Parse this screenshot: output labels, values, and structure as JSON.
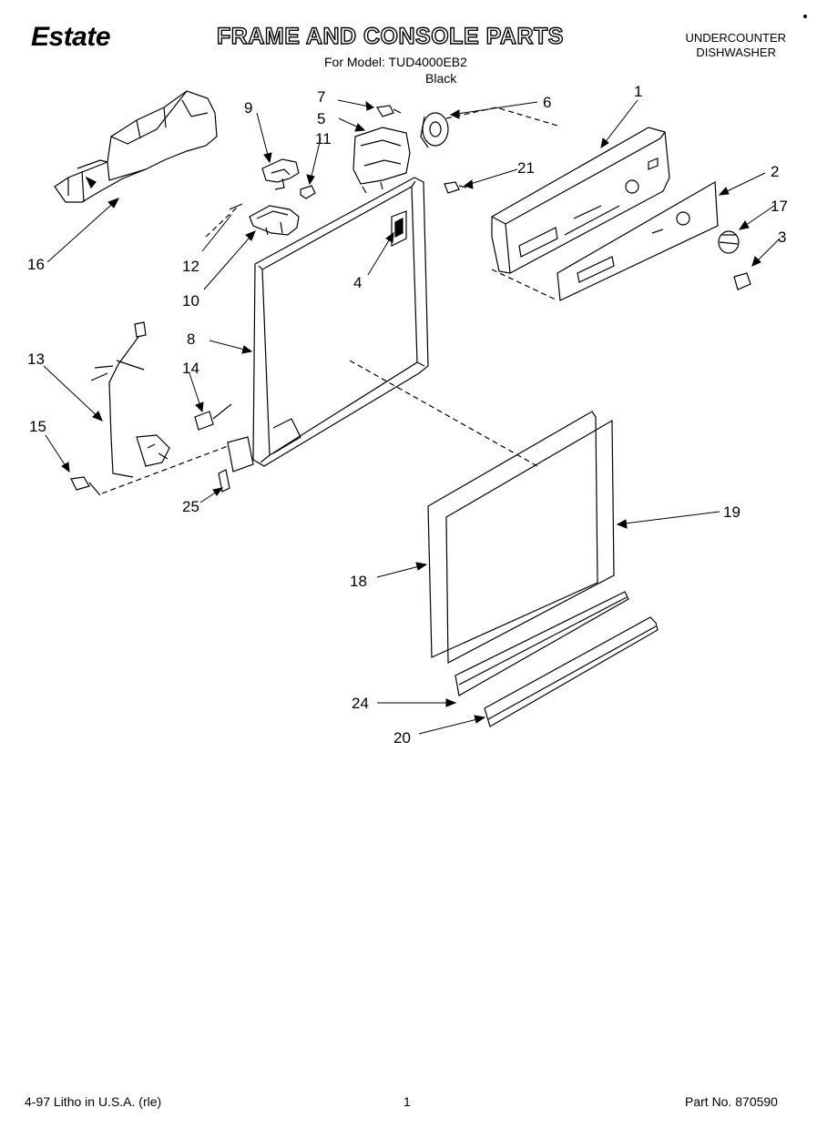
{
  "header": {
    "brand": "Estate",
    "title": "FRAME AND CONSOLE PARTS",
    "model_line": "For Model: TUD4000EB2",
    "color": "Black",
    "category_line1": "UNDERCOUNTER",
    "category_line2": "DISHWASHER"
  },
  "callouts": [
    "1",
    "2",
    "3",
    "4",
    "5",
    "6",
    "7",
    "8",
    "9",
    "10",
    "11",
    "12",
    "13",
    "14",
    "15",
    "16",
    "17",
    "18",
    "19",
    "20",
    "21",
    "24",
    "25"
  ],
  "footer": {
    "print_info": "4-97 Litho in U.S.A. (rle)",
    "page": "1",
    "part_number": "Part No. 870590"
  }
}
